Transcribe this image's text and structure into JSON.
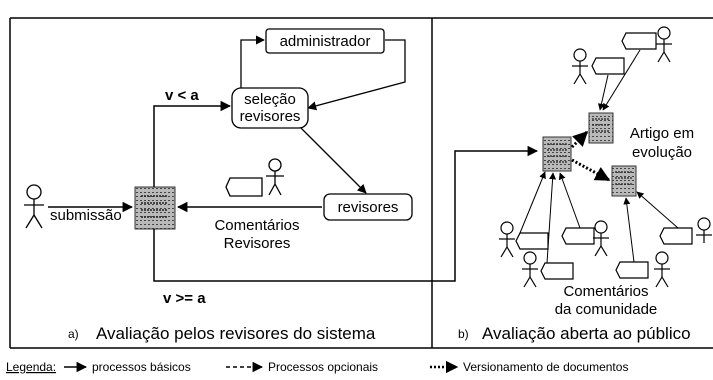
{
  "panel_a": {
    "nodes": {
      "administrador": "administrador",
      "selecao_line1": "seleção",
      "selecao_line2": "revisores",
      "revisores": "revisores"
    },
    "labels": {
      "v_less_a": "v < a",
      "v_ge_a": "v >= a",
      "submissao": "submissão",
      "comentarios_line1": "Comentários",
      "comentarios_line2": "Revisores"
    },
    "caption_letter": "a)",
    "caption": "Avaliação pelos revisores do sistema"
  },
  "panel_b": {
    "labels": {
      "artigo_line1": "Artigo em",
      "artigo_line2": "evolução",
      "comunidade_line1": "Comentários",
      "comunidade_line2": "da comunidade"
    },
    "caption_letter": "b)",
    "caption": "Avaliação aberta ao público"
  },
  "legend": {
    "title": "Legenda:",
    "items": [
      {
        "style": "solid",
        "label": "processos básicos"
      },
      {
        "style": "dashed",
        "label": "Processos opcionais"
      },
      {
        "style": "dotted",
        "label": "Versionamento de documentos"
      }
    ]
  }
}
